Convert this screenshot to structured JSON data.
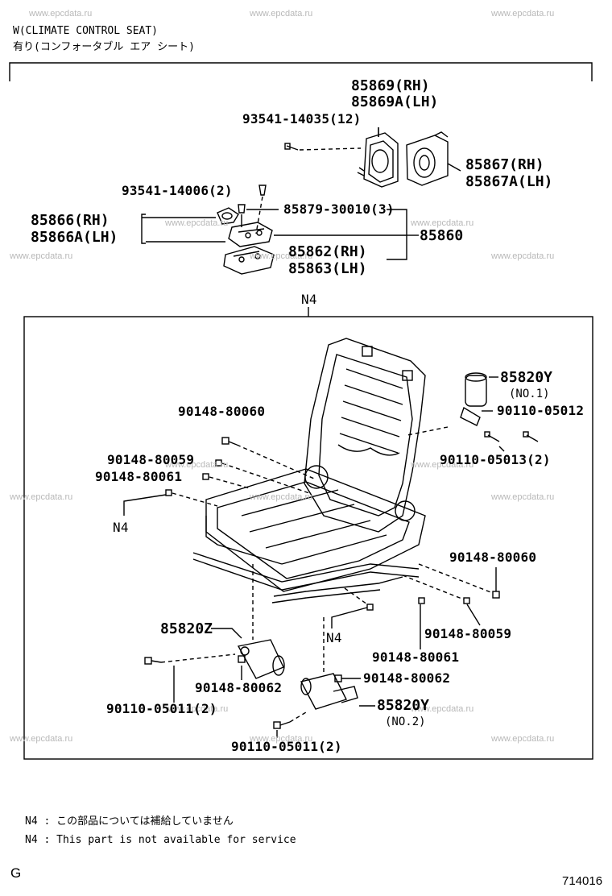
{
  "header": {
    "line1": "W(CLIMATE CONTROL SEAT)",
    "line2": "有り(コンフォータブル エア シート)"
  },
  "watermark": "www.epcdata.ru",
  "group_label": "N4",
  "upper_parts": {
    "p85869": "85869(RH)",
    "p85869a": "85869A(LH)",
    "p93541_14035": "93541-14035(12)",
    "p85867": "85867(RH)",
    "p85867a": "85867A(LH)",
    "p93541_14006": "93541-14006(2)",
    "p85879": "85879-30010(3)",
    "p85866": "85866(RH)",
    "p85866a": "85866A(LH)",
    "p85860": "85860",
    "p85862": "85862(RH)",
    "p85863": "85863(LH)"
  },
  "lower_parts": {
    "p85820y_1": "85820Y",
    "p85820y_1_sub": "(NO.1)",
    "p90110_05012": "90110-05012",
    "p90110_05013": "90110-05013(2)",
    "p90148_80060_a": "90148-80060",
    "p90148_80059_a": "90148-80059",
    "p90148_80061_a": "90148-80061",
    "n4_left": "N4",
    "p90148_80060_b": "90148-80060",
    "p90148_80059_b": "90148-80059",
    "n4_mid": "N4",
    "p90148_80061_b": "90148-80061",
    "p85820z": "85820Z",
    "p90148_80062_a": "90148-80062",
    "p90148_80062_b": "90148-80062",
    "p85820y_2": "85820Y",
    "p85820y_2_sub": "(NO.2)",
    "p90110_05011_a": "90110-05011(2)",
    "p90110_05011_b": "90110-05011(2)"
  },
  "notes": {
    "jp": "N4 : この部品については補給していません",
    "en": "N4 : This part is not available for service"
  },
  "footer": {
    "left": "G",
    "right": "714016"
  }
}
